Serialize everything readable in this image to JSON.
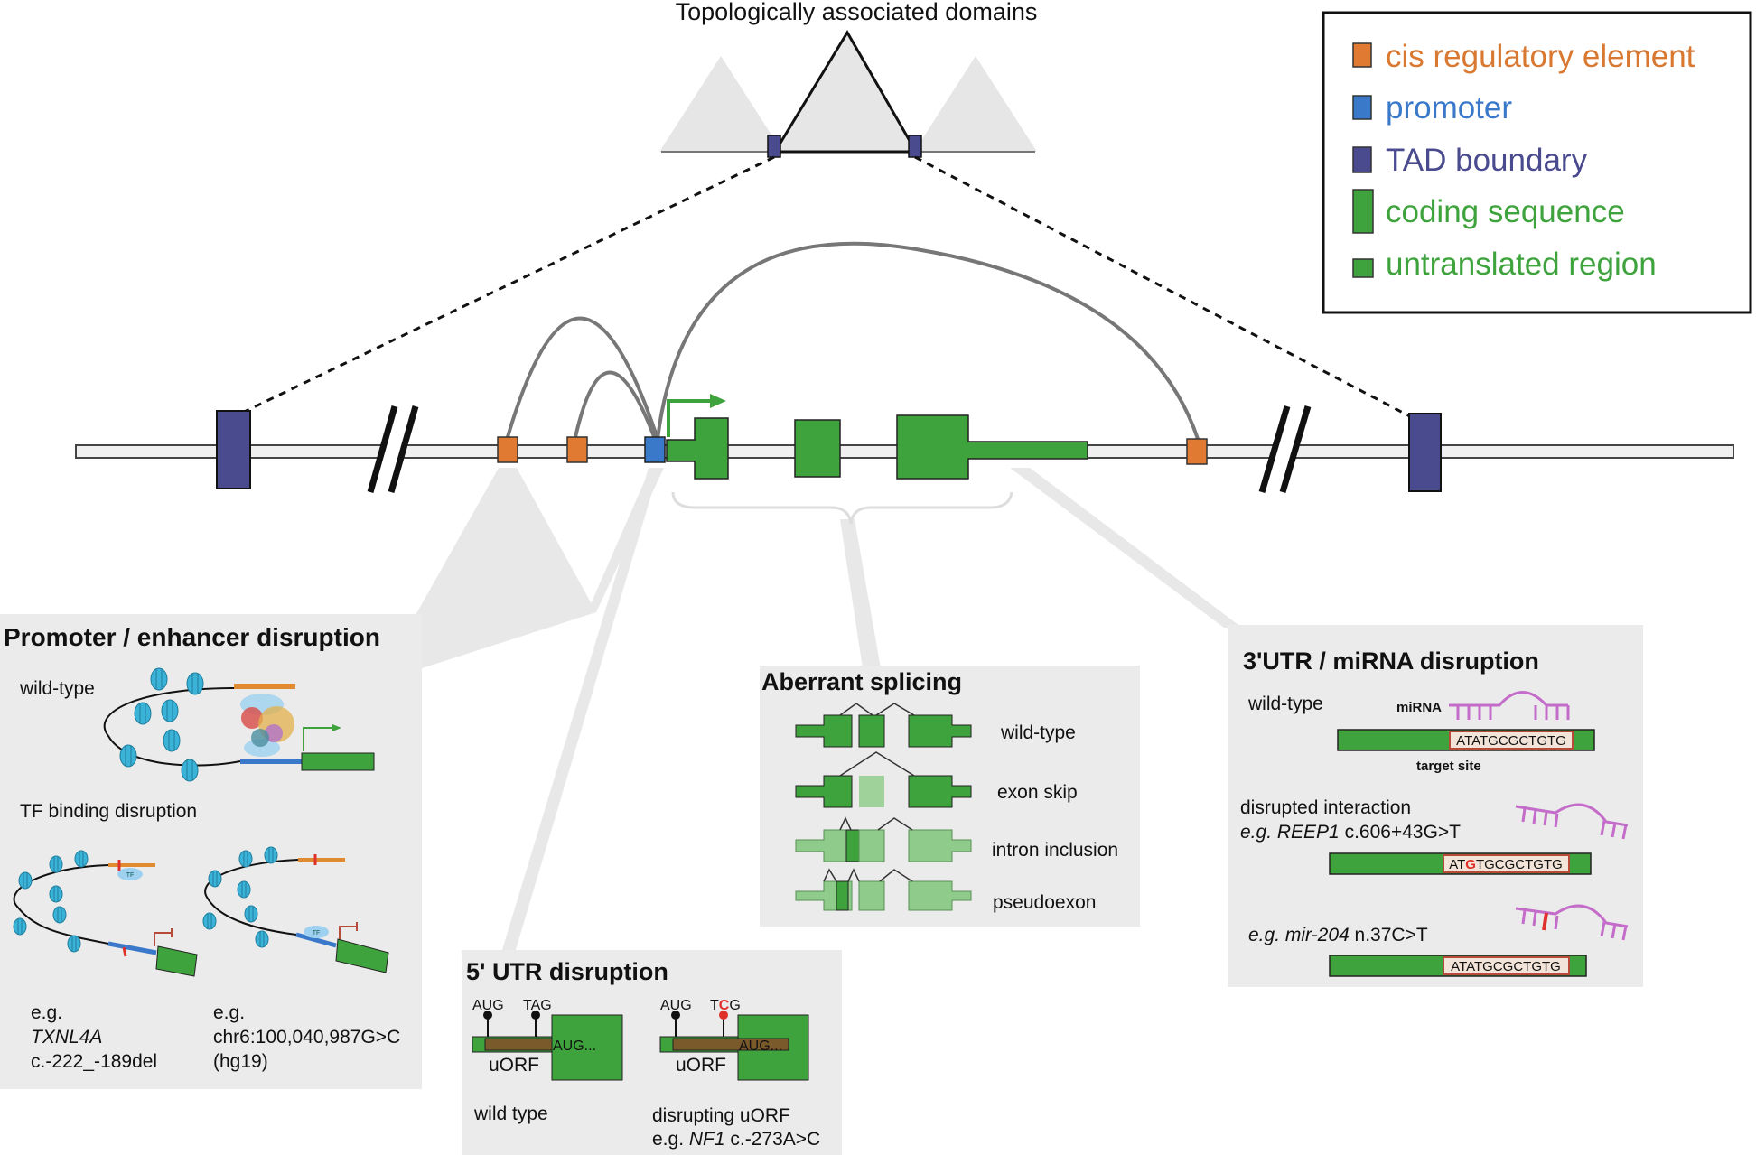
{
  "tad": {
    "title": "Topologically associated domains"
  },
  "legend": {
    "items": [
      {
        "label": "cis regulatory element",
        "color": "#d97830"
      },
      {
        "label": "promoter",
        "color": "#3a78c9"
      },
      {
        "label": "TAD boundary",
        "color": "#4a4a8e"
      },
      {
        "label": "coding sequence",
        "color": "#3fa33d"
      },
      {
        "label": "untranslated region",
        "color": "#3fa33d"
      }
    ]
  },
  "colors": {
    "cre": "#e07a32",
    "promoter": "#3a78c9",
    "tad_boundary": "#4a4a8e",
    "exon": "#3fa33d",
    "panel_bg": "#ebebeb",
    "mirna": "#c46cc9",
    "variant_red": "#e0302a"
  },
  "promoter_panel": {
    "title": "Promoter / enhancer disruption",
    "wildtype_label": "wild-type",
    "tf_binding_label": "TF binding disruption",
    "tf_tag": "TF",
    "example1": {
      "prefix": "e.g.",
      "gene": "TXNL4A",
      "variant": "c.-222_-189del"
    },
    "example2": {
      "prefix": "e.g.",
      "variant": "chr6:100,040,987G>C",
      "build": "(hg19)"
    }
  },
  "utr5_panel": {
    "title": "5' UTR disruption",
    "left": {
      "aug": "AUG",
      "stop": "TAG",
      "uorf": "uORF",
      "main": "AUG...",
      "caption": "wild type"
    },
    "right": {
      "aug": "AUG",
      "stop_prefix": "T",
      "stop_mut": "C",
      "stop_suffix": "G",
      "uorf": "uORF",
      "main": "AUG...",
      "caption": "disrupting uORF",
      "example_prefix": "e.g.",
      "example_gene": "NF1",
      "example_variant": "c.-273A>C"
    }
  },
  "splicing_panel": {
    "title": "Aberrant splicing",
    "rows": [
      "wild-type",
      "exon skip",
      "intron inclusion",
      "pseudoexon"
    ]
  },
  "utr3_panel": {
    "title": "3'UTR / miRNA disruption",
    "wildtype_label": "wild-type",
    "mirna_label": "miRNA",
    "target_seq": "ATATGCGCTGTG",
    "target_label": "target site",
    "disrupted_label": "disrupted interaction",
    "example1_prefix": "e.g.",
    "example1_gene": "REEP1",
    "example1_variant": "c.606+43G>T",
    "seq2_prefix": "AT",
    "seq2_mut": "G",
    "seq2_suffix": "TGCGCTGTG",
    "example2_prefix": "e.g.",
    "example2_gene": "mir-204",
    "example2_variant": "n.37C>T",
    "seq3": "ATATGCGCTGTG"
  }
}
